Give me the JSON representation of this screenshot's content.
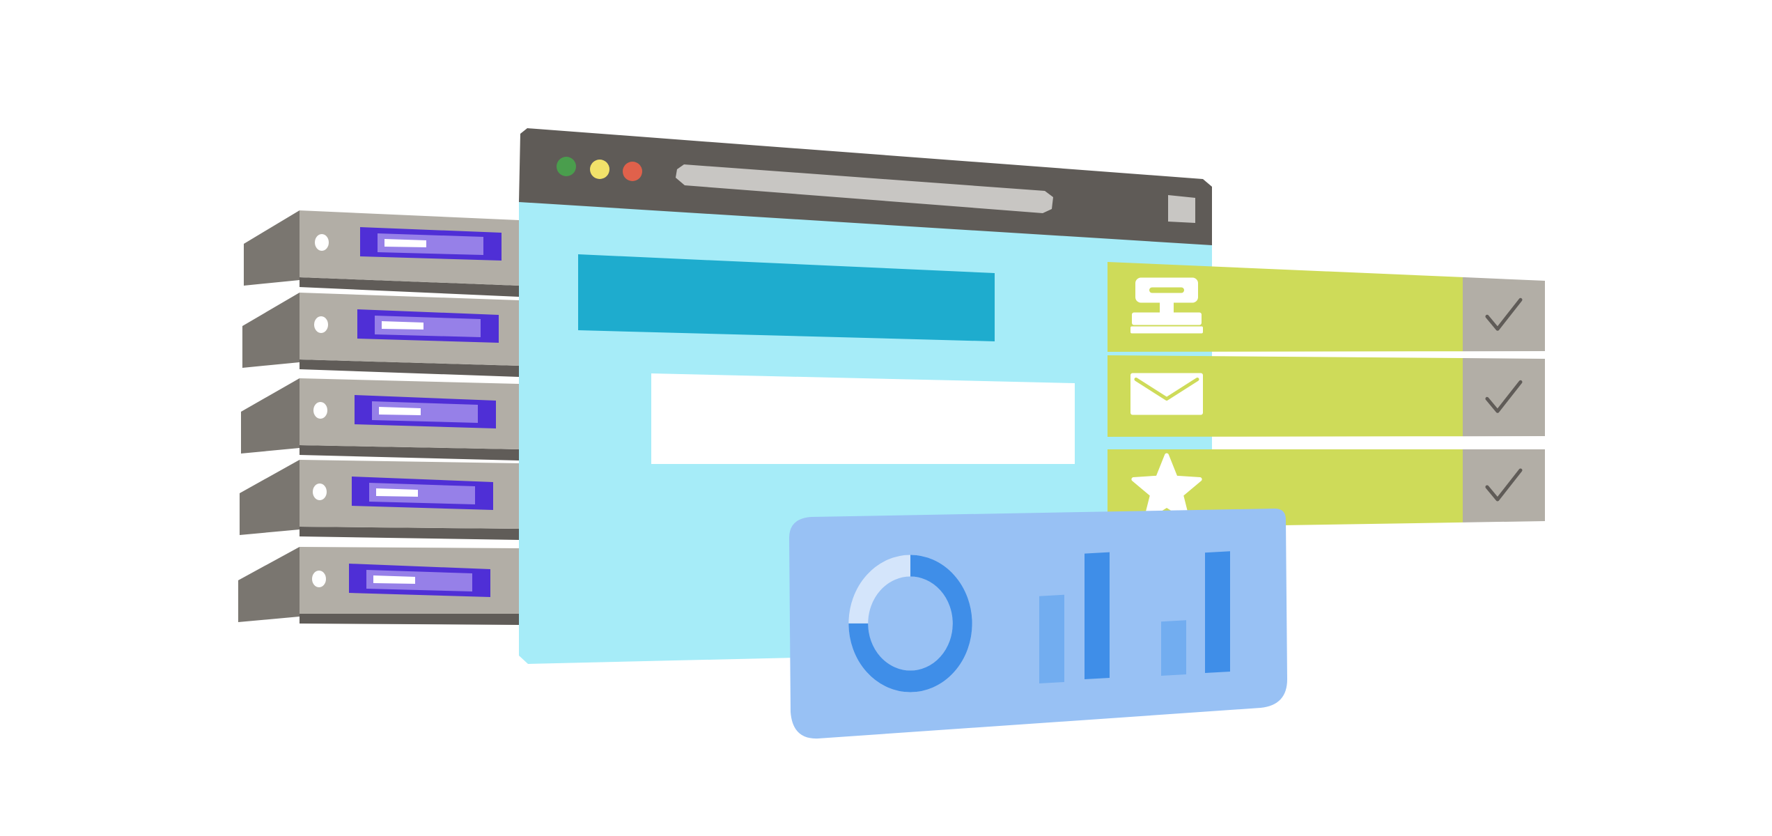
{
  "illustration": {
    "name": "web-hosting-services-illustration",
    "colors": {
      "background": "#ffffff",
      "server_front": "#b2aea6",
      "server_side": "#7a7670",
      "server_shadow": "#605c58",
      "drive_bay": "#4f2fd6",
      "drive_inner": "#9680e8",
      "drive_label": "#ffffff",
      "led": "#ffffff",
      "browser_titlebar": "#5f5b57",
      "browser_body": "#a6ecf8",
      "address_bar": "#c8c6c3",
      "window_button": "#c8c6c3",
      "dot_green": "#4a9e4d",
      "dot_yellow": "#f2e26a",
      "dot_red": "#e0614b",
      "header_block": "#1eacce",
      "content_block": "#ffffff",
      "feature_bar": "#cedb59",
      "check_box": "#b2aea6",
      "check_mark": "#5f5b57",
      "feature_icon": "#ffffff",
      "dashboard_card": "#98c1f4",
      "donut_primary": "#3f8ee8",
      "donut_secondary": "#d4e5fb",
      "bar_light": "#72adf0",
      "bar_dark": "#3f8ee8"
    },
    "server_rack": {
      "units": [
        {
          "id": "unit-1",
          "led": "on",
          "drive_label": "blank"
        },
        {
          "id": "unit-2",
          "led": "on",
          "drive_label": "blank"
        },
        {
          "id": "unit-3",
          "led": "on",
          "drive_label": "blank"
        },
        {
          "id": "unit-4",
          "led": "on",
          "drive_label": "blank"
        },
        {
          "id": "unit-5",
          "led": "on",
          "drive_label": "blank"
        }
      ]
    },
    "browser": {
      "window_dots": [
        "green",
        "yellow",
        "red"
      ],
      "address_bar": "empty"
    },
    "features": [
      {
        "icon": "printer-icon",
        "status": "checked",
        "check_icon": "checkmark-icon"
      },
      {
        "icon": "envelope-icon",
        "status": "checked",
        "check_icon": "checkmark-icon"
      },
      {
        "icon": "star-icon",
        "status": "checked",
        "check_icon": "checkmark-icon"
      }
    ],
    "dashboard": {
      "donut": {
        "primary_fraction": 0.75,
        "secondary_fraction": 0.25
      },
      "bars": [
        {
          "level": 0.67,
          "tone": "light"
        },
        {
          "level": 0.96,
          "tone": "dark"
        },
        {
          "level": 0.42,
          "tone": "light"
        },
        {
          "level": 0.92,
          "tone": "dark"
        }
      ]
    }
  }
}
